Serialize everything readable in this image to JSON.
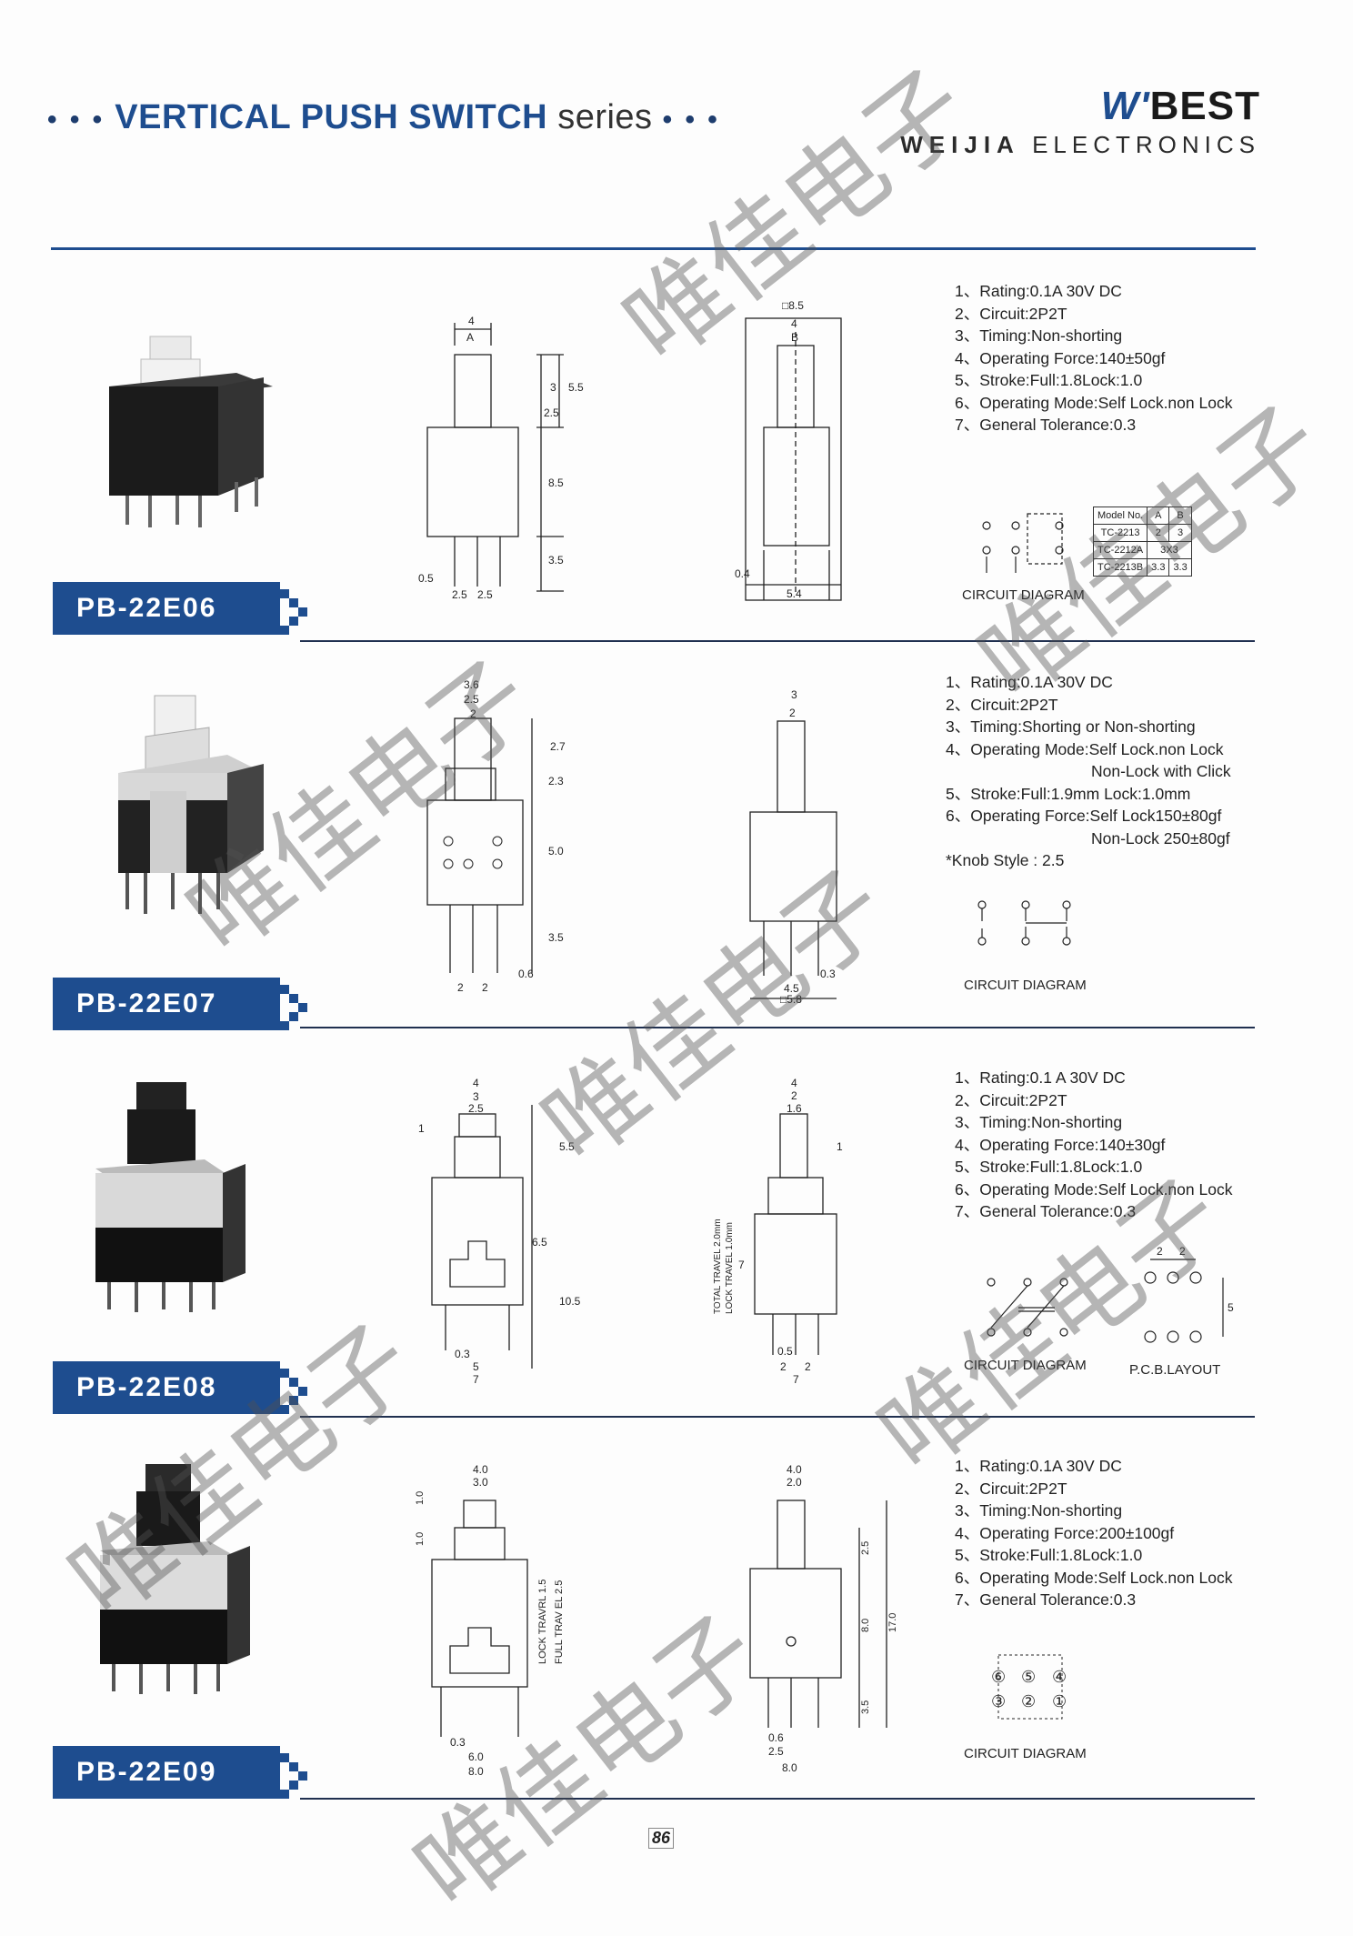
{
  "header": {
    "title_main": "VERTICAL PUSH SWITCH",
    "title_series": "series",
    "brand_name": "BEST",
    "brand_sub_bold": "WEIJIA",
    "brand_sub": "ELECTRONICS"
  },
  "products": [
    {
      "model": "PB-22E06",
      "specs": [
        "1、Rating:0.1A 30V DC",
        "2、Circuit:2P2T",
        "3、Timing:Non-shorting",
        "4、Operating Force:140±50gf",
        "5、Stroke:Full:1.8Lock:1.0",
        "6、Operating Mode:Self Lock.non Lock",
        "7、General Tolerance:0.3"
      ],
      "circuit_caption": "CIRCUIT DIAGRAM",
      "table": {
        "headers": [
          "Model No.",
          "A",
          "B"
        ],
        "rows": [
          [
            "TC-2213",
            "2",
            "3"
          ],
          [
            "TC-2212A",
            "3X3",
            ""
          ],
          [
            "TC-2213B",
            "3.3",
            "3.3"
          ]
        ]
      },
      "front_dims": [
        "4",
        "A",
        "3",
        "5.5",
        "2.5",
        "8.5",
        "3.5",
        "0.5",
        "2.5",
        "2.5"
      ],
      "side_dims": [
        "□8.5",
        "4",
        "B",
        "0.4",
        "5.4"
      ]
    },
    {
      "model": "PB-22E07",
      "specs": [
        "1、Rating:0.1A 30V DC",
        "2、Circuit:2P2T",
        "3、Timing:Shorting or Non-shorting",
        "4、Operating Mode:Self Lock.non Lock",
        "Non-Lock with Click",
        "5、Stroke:Full:1.9mm Lock:1.0mm",
        "6、Operating  Force:Self Lock150±80gf",
        "Non-Lock 250±80gf",
        "*Knob Style :  2.5"
      ],
      "circuit_caption": "CIRCUIT DIAGRAM",
      "front_dims": [
        "3.6",
        "2.5",
        "2",
        "2.7",
        "2.3",
        "5.0",
        "3.5",
        "0.6",
        "2",
        "2"
      ],
      "side_dims": [
        "3",
        "2",
        "0.3",
        "4.5",
        "□5.8"
      ]
    },
    {
      "model": "PB-22E08",
      "specs": [
        "1、Rating:0.1 A 30V DC",
        "2、Circuit:2P2T",
        "3、Timing:Non-shorting",
        "4、Operating Force:140±30gf",
        "5、Stroke:Full:1.8Lock:1.0",
        "6、Operating Mode:Self Lock.non Lock",
        "7、General Tolerance:0.3"
      ],
      "circuit_caption": "CIRCUIT DIAGRAM",
      "pcb_caption": "P.C.B.LAYOUT",
      "pcb_dims": [
        "2",
        "2",
        "5"
      ],
      "front_dims": [
        "4",
        "3",
        "2.5",
        "1",
        "5.5",
        "6.5",
        "10.5",
        "0.3",
        "5",
        "7"
      ],
      "side_dims": [
        "4",
        "2",
        "1.6",
        "1",
        "TOTAL TRAVEL 2.0mm",
        "LOCK TRAVEL 1.0mm",
        "7",
        "0.5",
        "2",
        "2",
        "7"
      ]
    },
    {
      "model": "PB-22E09",
      "specs": [
        "1、Rating:0.1A 30V DC",
        "2、Circuit:2P2T",
        "3、Timing:Non-shorting",
        "4、Operating Force:200±100gf",
        "5、Stroke:Full:1.8Lock:1.0",
        "6、Operating Mode:Self Lock.non Lock",
        "7、General Tolerance:0.3"
      ],
      "circuit_caption": "CIRCUIT DIAGRAM",
      "circuit_pins": [
        "⑥",
        "⑤",
        "④",
        "③",
        "②",
        "①"
      ],
      "front_dims": [
        "4.0",
        "3.0",
        "1.0",
        "1.0",
        "LOCK TRAVRL 1.5",
        "FULL TRAV EL 2.5",
        "0.3",
        "6.0",
        "8.0"
      ],
      "side_dims": [
        "4.0",
        "2.0",
        "2.5",
        "8.0",
        "17.0",
        "3.5",
        "0.6",
        "2.5",
        "8.0"
      ]
    }
  ],
  "footer": {
    "page_number": "86"
  },
  "watermark_text": "唯佳电子"
}
